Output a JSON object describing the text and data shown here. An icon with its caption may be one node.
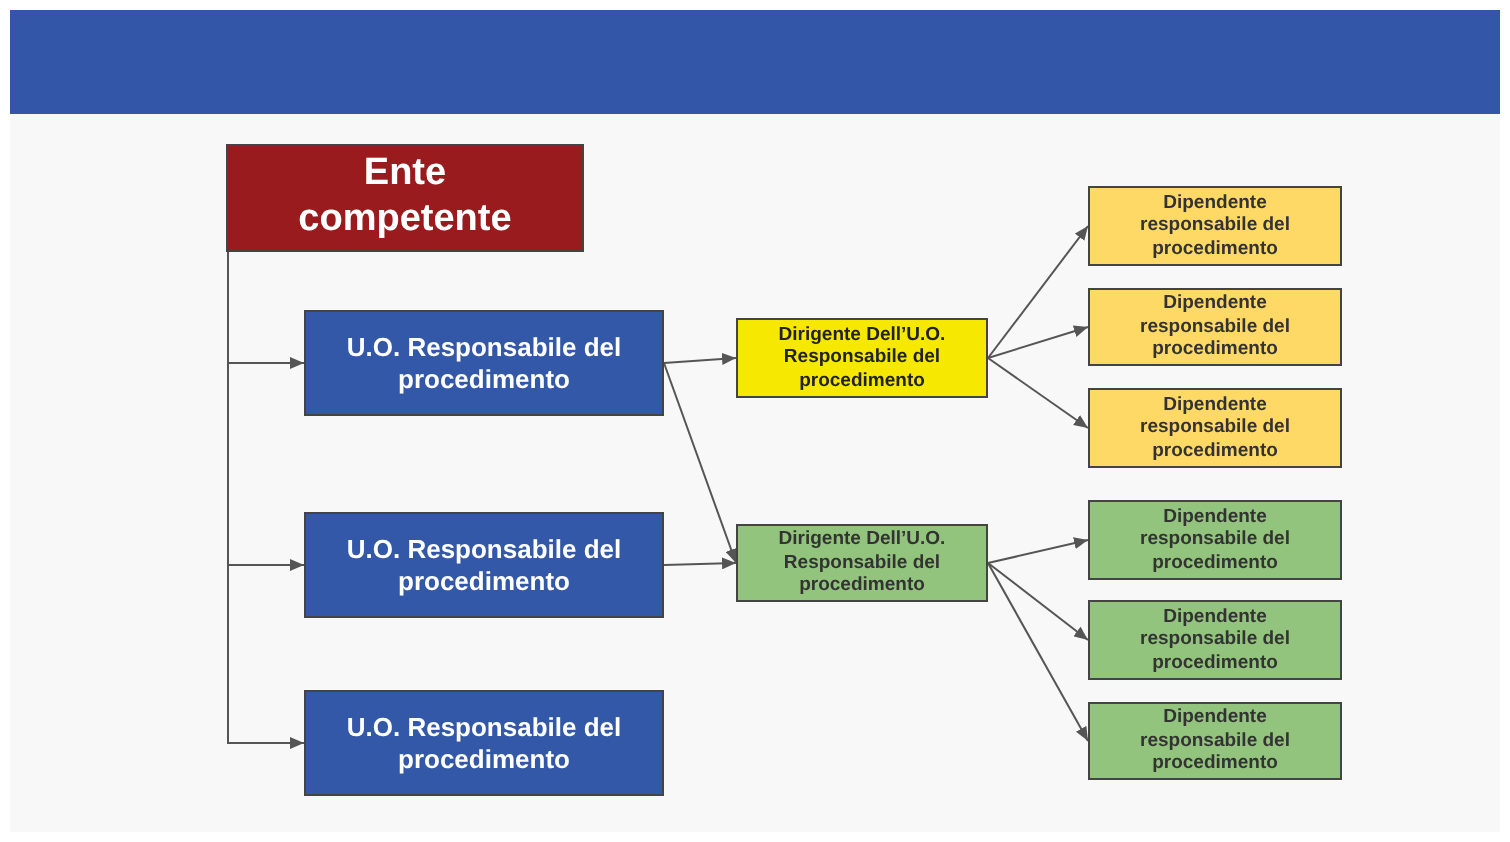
{
  "diagram": {
    "nodes": [
      {
        "text": [
          "Ente competente"
        ]
      },
      {
        "text": [
          "U.O. Responsabile del procedimento"
        ]
      },
      {
        "text": [
          "U.O. Responsabile del procedimento"
        ]
      },
      {
        "text": [
          "U.O. Responsabile del procedimento"
        ]
      },
      {
        "text": [
          "Dirigente Dell’U.O. Responsabile del procedimento"
        ]
      },
      {
        "text": [
          "Dirigente Dell’U.O. Responsabile del procedimento"
        ]
      },
      {
        "text": [
          "Dipendente responsabile del procedimento"
        ]
      },
      {
        "text": [
          "Dipendente responsabile del procedimento"
        ]
      },
      {
        "text": [
          "Dipendente responsabile del procedimento"
        ]
      },
      {
        "text": [
          "Dipendente responsabile del procedimento"
        ]
      },
      {
        "text": [
          "Dipendente responsabile del procedimento"
        ]
      },
      {
        "text": [
          "Dipendente responsabile del procedimento"
        ]
      }
    ],
    "edges": [
      {
        "from": 0,
        "to": 1,
        "arrow": "to"
      },
      {
        "from": 0,
        "to": 2,
        "arrow": "to"
      },
      {
        "from": 0,
        "to": 3,
        "arrow": "to"
      },
      {
        "from": 1,
        "to": 4,
        "arrow": "to"
      },
      {
        "from": 1,
        "to": 5,
        "arrow": "to"
      },
      {
        "from": 2,
        "to": 5,
        "arrow": "to"
      },
      {
        "from": 4,
        "to": 6,
        "arrow": "to"
      },
      {
        "from": 4,
        "to": 7,
        "arrow": "to"
      },
      {
        "from": 4,
        "to": 8,
        "arrow": "to"
      },
      {
        "from": 5,
        "to": 9,
        "arrow": "to"
      },
      {
        "from": 5,
        "to": 10,
        "arrow": "to"
      },
      {
        "from": 5,
        "to": 11,
        "arrow": "to"
      }
    ]
  }
}
